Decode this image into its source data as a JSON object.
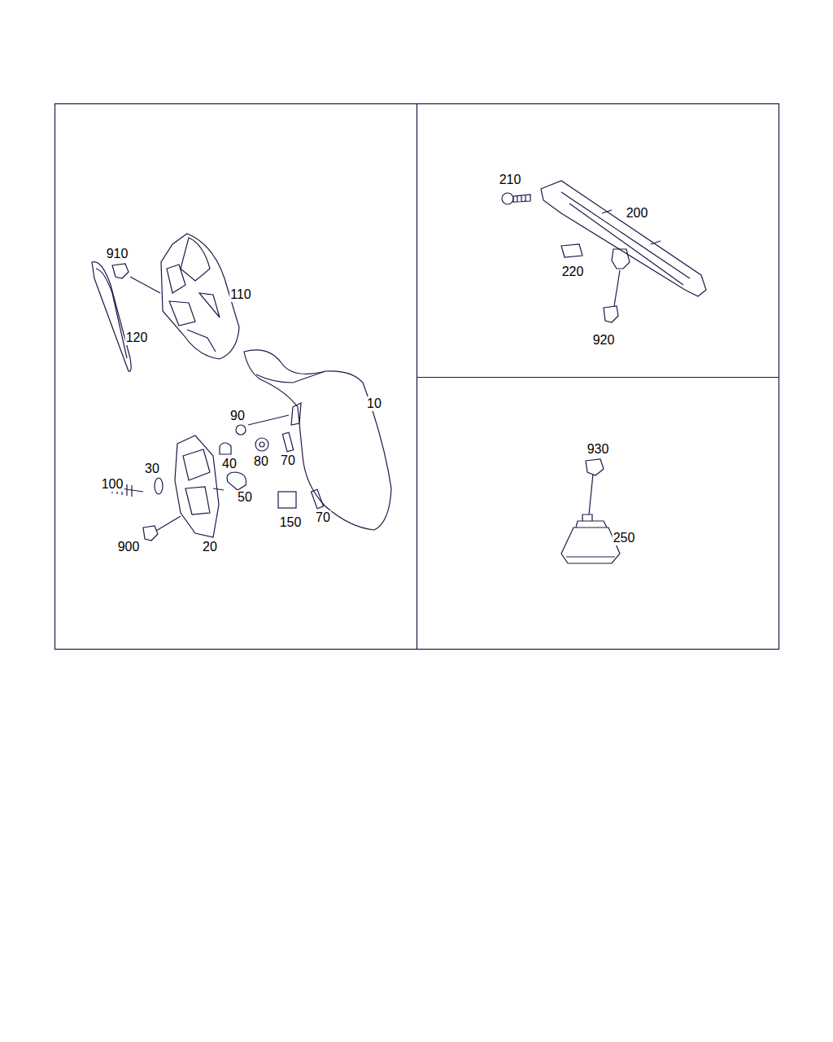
{
  "diagram": {
    "labels": [
      "910",
      "110",
      "120",
      "10",
      "90",
      "40",
      "80",
      "70",
      "30",
      "100",
      "50",
      "150",
      "70",
      "900",
      "20",
      "210",
      "200",
      "220",
      "920",
      "930",
      "250"
    ]
  }
}
